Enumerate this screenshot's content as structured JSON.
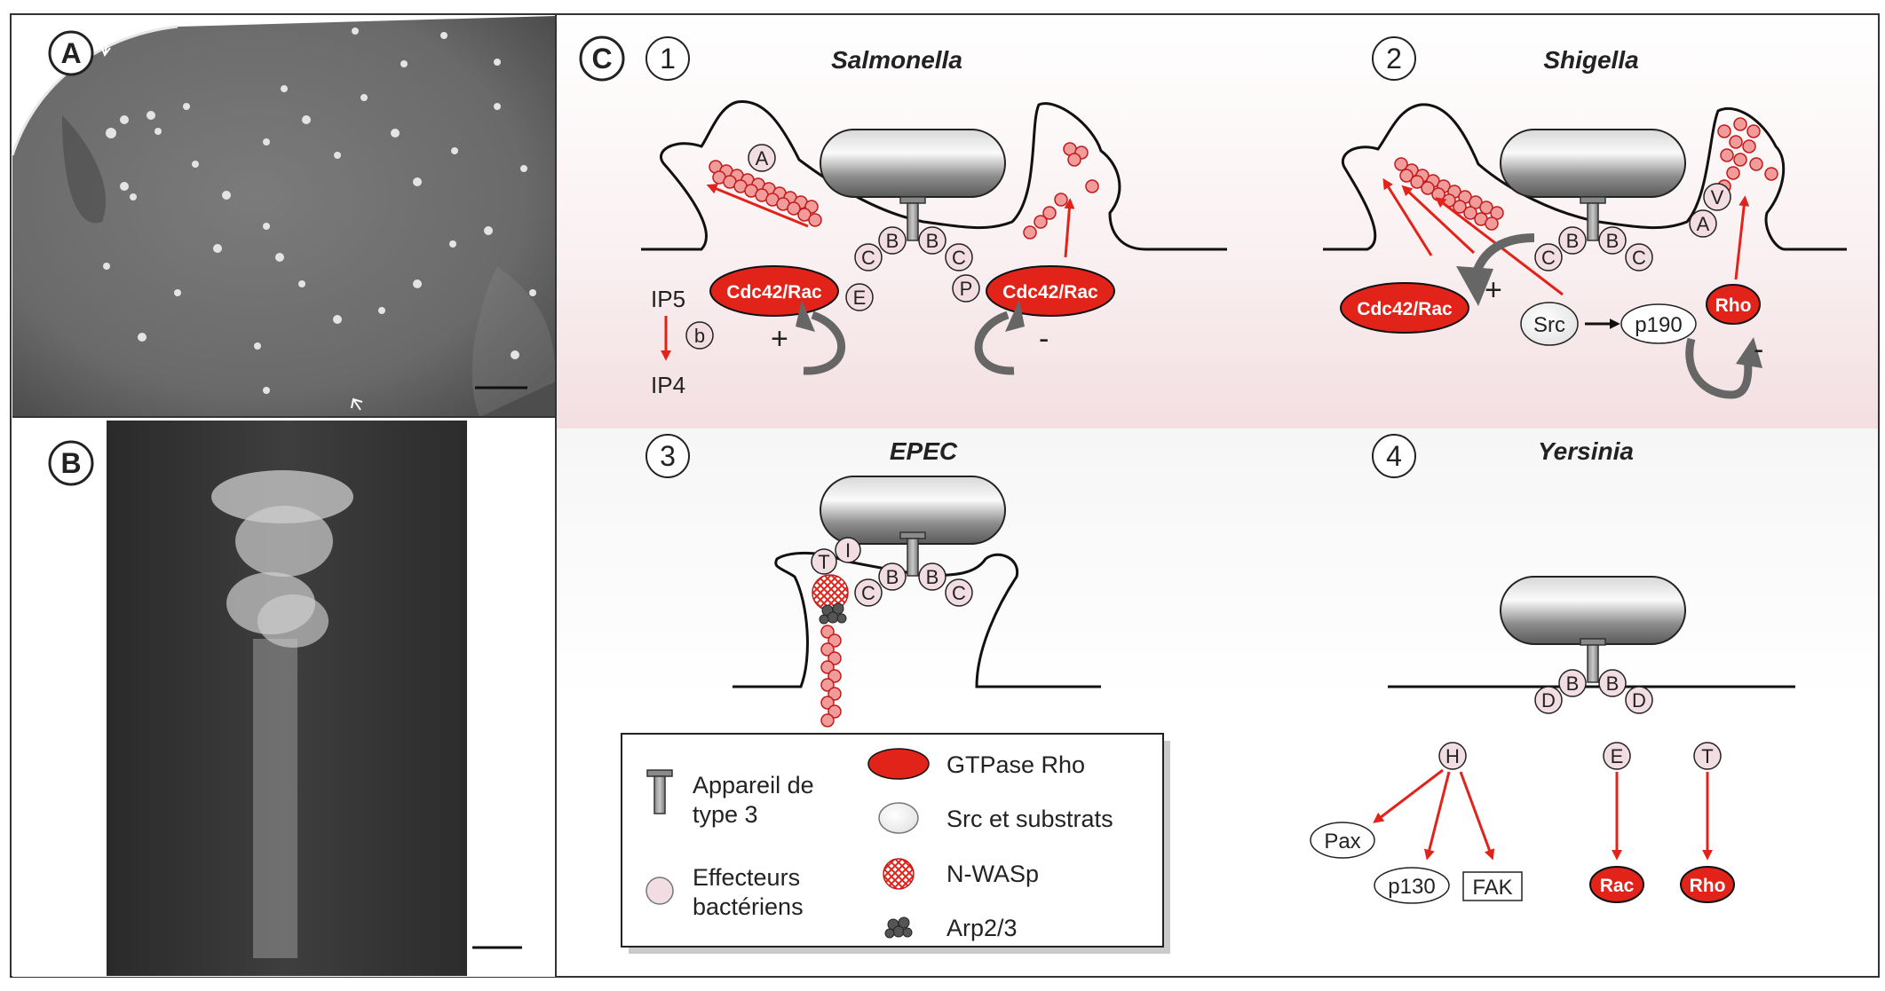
{
  "panels": {
    "a": "A",
    "b": "B",
    "c": "C"
  },
  "scenarios": [
    {
      "num": "1",
      "title": "Salmonella"
    },
    {
      "num": "2",
      "title": "Shigella"
    },
    {
      "num": "3",
      "title": "EPEC"
    },
    {
      "num": "4",
      "title": "Yersinia"
    }
  ],
  "salmonella": {
    "effector_a": "A",
    "effector_b": "B",
    "effector_c": "C",
    "effector_e": "E",
    "effector_p": "P",
    "effector_b_small": "b",
    "gtpase_left": "Cdc42/Rac",
    "gtpase_right": "Cdc42/Rac",
    "plus": "+",
    "minus": "-",
    "ip5": "IP5",
    "ip4": "IP4"
  },
  "shigella": {
    "effector_b": "B",
    "effector_c": "C",
    "effector_a": "A",
    "effector_v": "V",
    "gtpase_cdc42": "Cdc42/Rac",
    "gtpase_rho": "Rho",
    "src": "Src",
    "p190": "p190",
    "plus": "+",
    "minus": "-"
  },
  "epec": {
    "effector_t": "T",
    "effector_i": "I",
    "effector_b": "B",
    "effector_c": "C"
  },
  "yersinia": {
    "effector_b": "B",
    "effector_d": "D",
    "effector_h": "H",
    "effector_e": "E",
    "effector_t": "T",
    "pax": "Pax",
    "p130": "p130",
    "fak": "FAK",
    "rac": "Rac",
    "rho": "Rho"
  },
  "legend": {
    "t3ss_line1": "Appareil de",
    "t3ss_line2": "type 3",
    "effectors_line1": "Effecteurs",
    "effectors_line2": "bactériens",
    "gtpase": "GTPase Rho",
    "src": "Src et substrats",
    "nwasp": "N-WASp",
    "arp": "Arp2/3"
  },
  "colors": {
    "red": "#e2231a",
    "effector_fill": "#f2dde2",
    "frame": "#333333"
  }
}
